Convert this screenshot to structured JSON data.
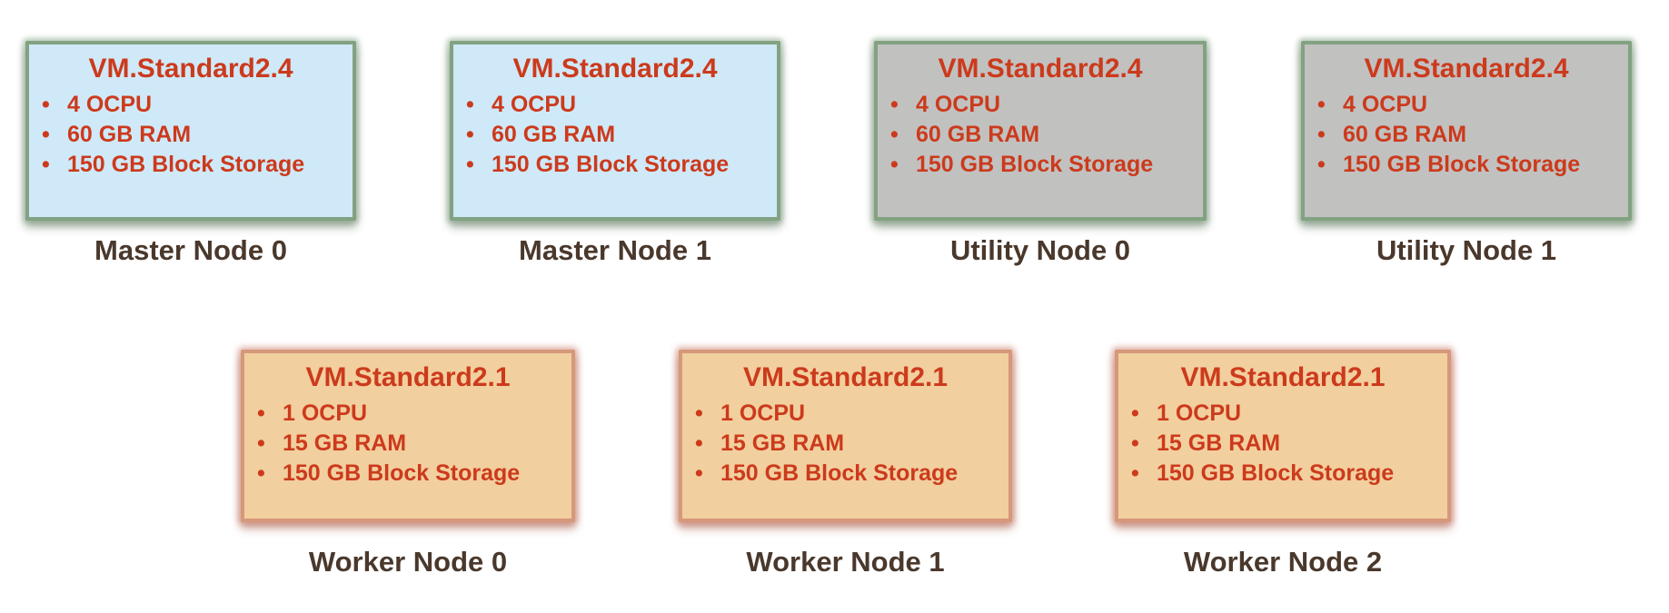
{
  "ui": {
    "bullet": "•"
  },
  "palette": {
    "background": "#FFFFFF",
    "master_fill": "#CFE9F8",
    "utility_fill": "#C1C1C0",
    "worker_fill": "#F2CF9E",
    "master_utility_border": "#82A282",
    "worker_border": "#C7796A",
    "spec_text_red": "#CC3A1C",
    "label_text_brown": "#4A382C"
  },
  "nodes": [
    {
      "id": "master-node-0",
      "label": "Master Node 0",
      "shape": "VM.Standard2.4",
      "specs": [
        "4 OCPU",
        "60 GB RAM",
        "150 GB Block Storage"
      ]
    },
    {
      "id": "master-node-1",
      "label": "Master Node 1",
      "shape": "VM.Standard2.4",
      "specs": [
        "4 OCPU",
        "60 GB RAM",
        "150 GB Block Storage"
      ]
    },
    {
      "id": "utility-node-0",
      "label": "Utility Node 0",
      "shape": "VM.Standard2.4",
      "specs": [
        "4 OCPU",
        "60 GB RAM",
        "150 GB Block Storage"
      ]
    },
    {
      "id": "utility-node-1",
      "label": "Utility Node 1",
      "shape": "VM.Standard2.4",
      "specs": [
        "4 OCPU",
        "60 GB RAM",
        "150 GB Block Storage"
      ]
    },
    {
      "id": "worker-node-0",
      "label": "Worker Node 0",
      "shape": "VM.Standard2.1",
      "specs": [
        "1 OCPU",
        "15 GB RAM",
        "150 GB Block Storage"
      ]
    },
    {
      "id": "worker-node-1",
      "label": "Worker Node 1",
      "shape": "VM.Standard2.1",
      "specs": [
        "1 OCPU",
        "15 GB RAM",
        "150 GB Block Storage"
      ]
    },
    {
      "id": "worker-node-2",
      "label": "Worker Node 2",
      "shape": "VM.Standard2.1",
      "specs": [
        "1 OCPU",
        "15 GB RAM",
        "150 GB Block Storage"
      ]
    }
  ]
}
